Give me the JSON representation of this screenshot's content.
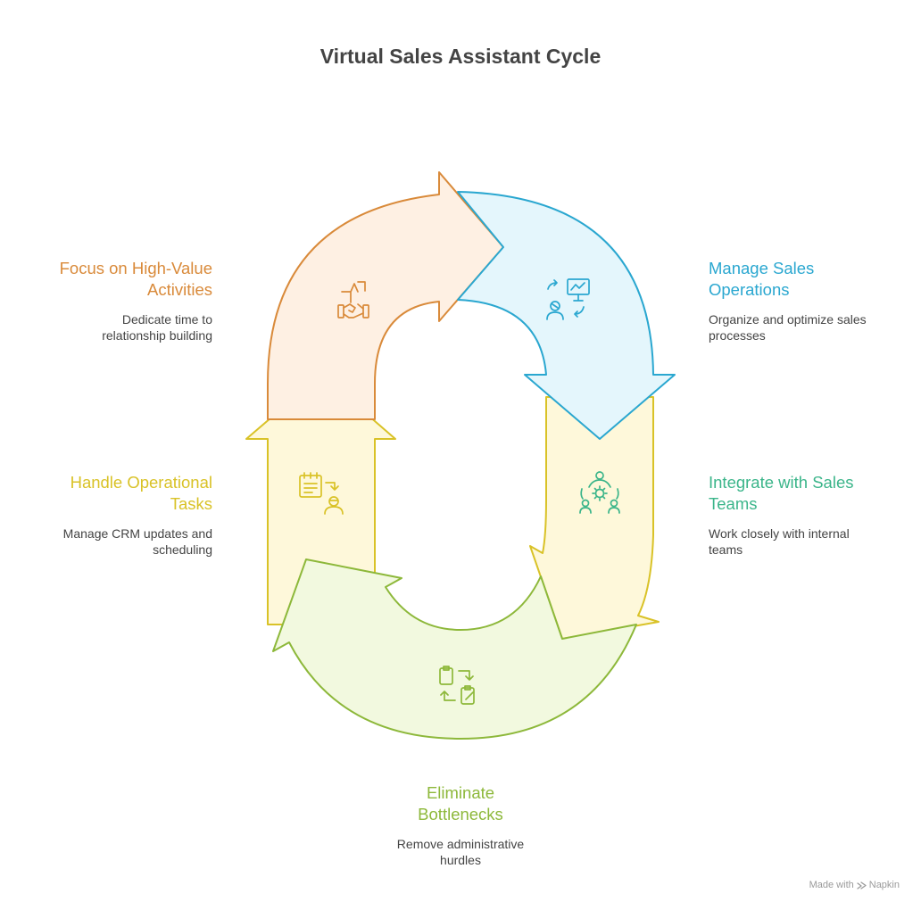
{
  "title": "Virtual Sales Assistant Cycle",
  "colors": {
    "orange": "#D98A3A",
    "blue": "#2AA7D0",
    "green_teal": "#3BB58A",
    "yellow": "#D9C227",
    "lime": "#8DB83A",
    "title_text": "#444444",
    "desc_text": "#444444"
  },
  "stages": [
    {
      "id": "focus",
      "label_line1": "Focus on High-Value",
      "label_line2": "Activities",
      "desc_line1": "Dedicate time to",
      "desc_line2": "relationship building",
      "icon": "handshake-icon",
      "color": "#D98A3A"
    },
    {
      "id": "manage",
      "label_line1": "Manage Sales",
      "label_line2": "Operations",
      "desc_line1": "Organize and optimize sales",
      "desc_line2": "processes",
      "icon": "presentation-cycle-icon",
      "color": "#2AA7D0"
    },
    {
      "id": "integrate",
      "label_line1": "Integrate with Sales",
      "label_line2": "Teams",
      "desc_line1": "Work closely with internal",
      "desc_line2": "teams",
      "icon": "team-gear-icon",
      "color": "#3BB58A"
    },
    {
      "id": "eliminate",
      "label_line1": "Eliminate",
      "label_line2": "Bottlenecks",
      "desc_line1": "Remove administrative",
      "desc_line2": "hurdles",
      "icon": "clipboard-swap-icon",
      "color": "#8DB83A"
    },
    {
      "id": "handle",
      "label_line1": "Handle Operational",
      "label_line2": "Tasks",
      "desc_line1": "Manage CRM updates and",
      "desc_line2": "scheduling",
      "icon": "checklist-person-icon",
      "color": "#D9C227"
    }
  ],
  "footer": {
    "prefix": "Made with",
    "brand": "Napkin",
    "icon": "napkin-logo-icon"
  }
}
